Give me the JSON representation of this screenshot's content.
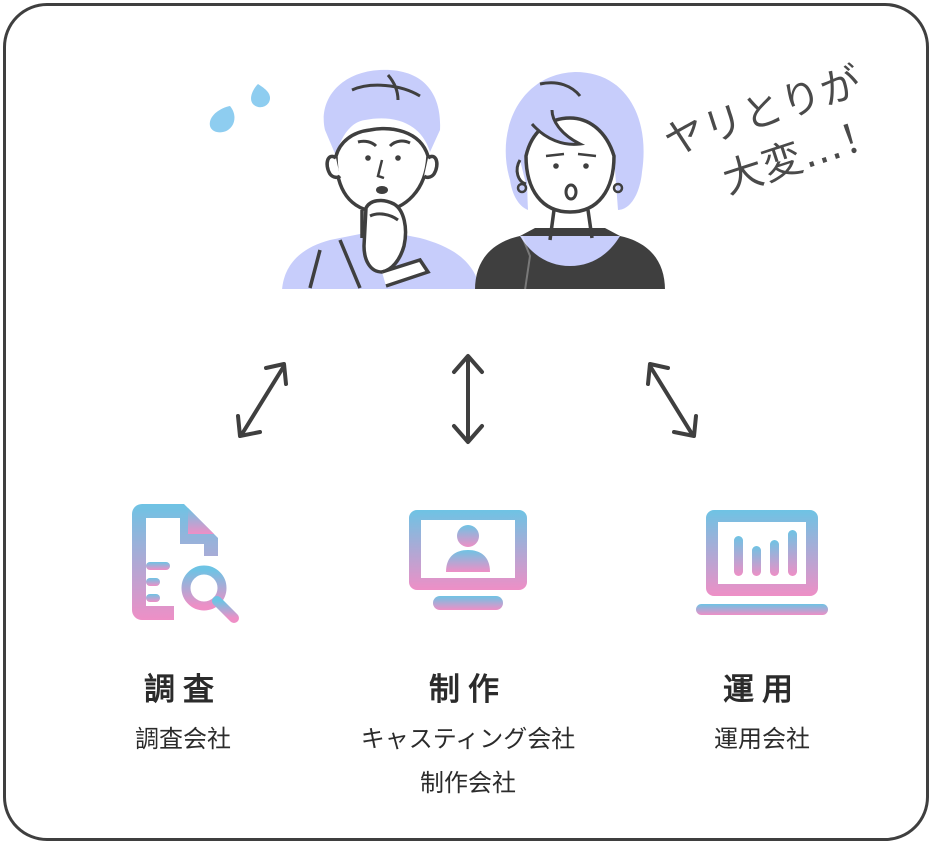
{
  "speech": {
    "line1": "ヤリとりが",
    "line2": "大変…！"
  },
  "categories": [
    {
      "heading": "調査",
      "sub1": "調査会社",
      "sub2": "",
      "icon": "document-search-icon"
    },
    {
      "heading": "制作",
      "sub1": "キャスティング会社",
      "sub2": "制作会社",
      "icon": "monitor-person-icon"
    },
    {
      "heading": "運用",
      "sub1": "運用会社",
      "sub2": "",
      "icon": "laptop-chart-icon"
    }
  ],
  "colors": {
    "gradient_top": "#6ec3e4",
    "gradient_bottom": "#ee8fc6",
    "hair": "#c7cdfb",
    "drop": "#8ecdf0",
    "line": "#3f3f3f"
  }
}
